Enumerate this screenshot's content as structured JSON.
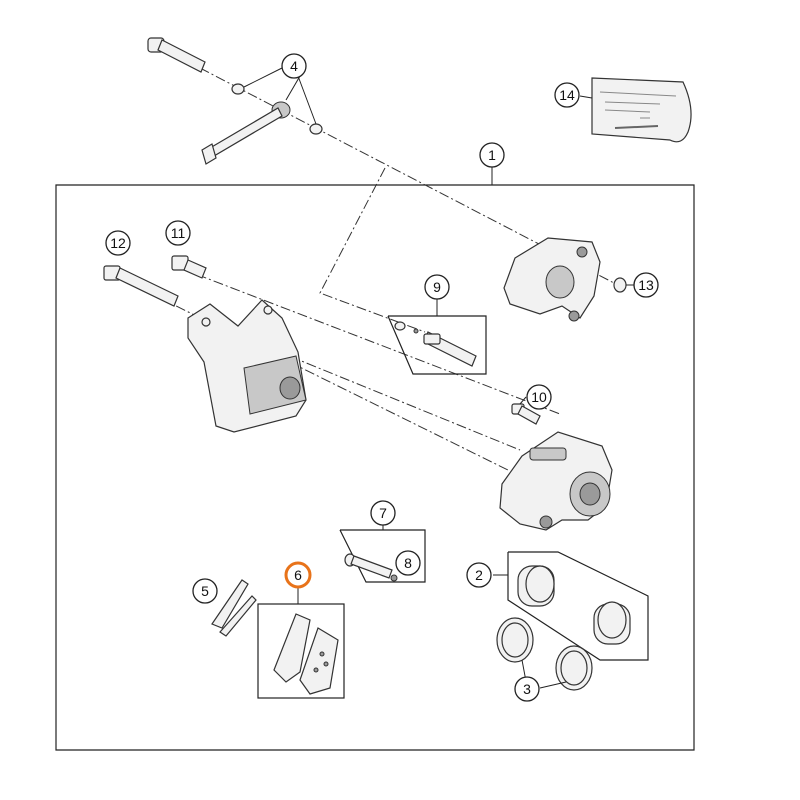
{
  "callouts": [
    {
      "id": "c1",
      "label": "1",
      "highlight": false
    },
    {
      "id": "c2",
      "label": "2",
      "highlight": false
    },
    {
      "id": "c3",
      "label": "3",
      "highlight": false
    },
    {
      "id": "c4",
      "label": "4",
      "highlight": false
    },
    {
      "id": "c5",
      "label": "5",
      "highlight": false
    },
    {
      "id": "c6",
      "label": "6",
      "highlight": true
    },
    {
      "id": "c7",
      "label": "7",
      "highlight": false
    },
    {
      "id": "c8",
      "label": "8",
      "highlight": false
    },
    {
      "id": "c9",
      "label": "9",
      "highlight": false
    },
    {
      "id": "c10",
      "label": "10",
      "highlight": false
    },
    {
      "id": "c11",
      "label": "11",
      "highlight": false
    },
    {
      "id": "c12",
      "label": "12",
      "highlight": false
    },
    {
      "id": "c13",
      "label": "13",
      "highlight": false
    },
    {
      "id": "c14",
      "label": "14",
      "highlight": false
    }
  ],
  "colors": {
    "highlight": "#e8731a",
    "line": "#222222",
    "part_fill": "#f2f2f2"
  }
}
